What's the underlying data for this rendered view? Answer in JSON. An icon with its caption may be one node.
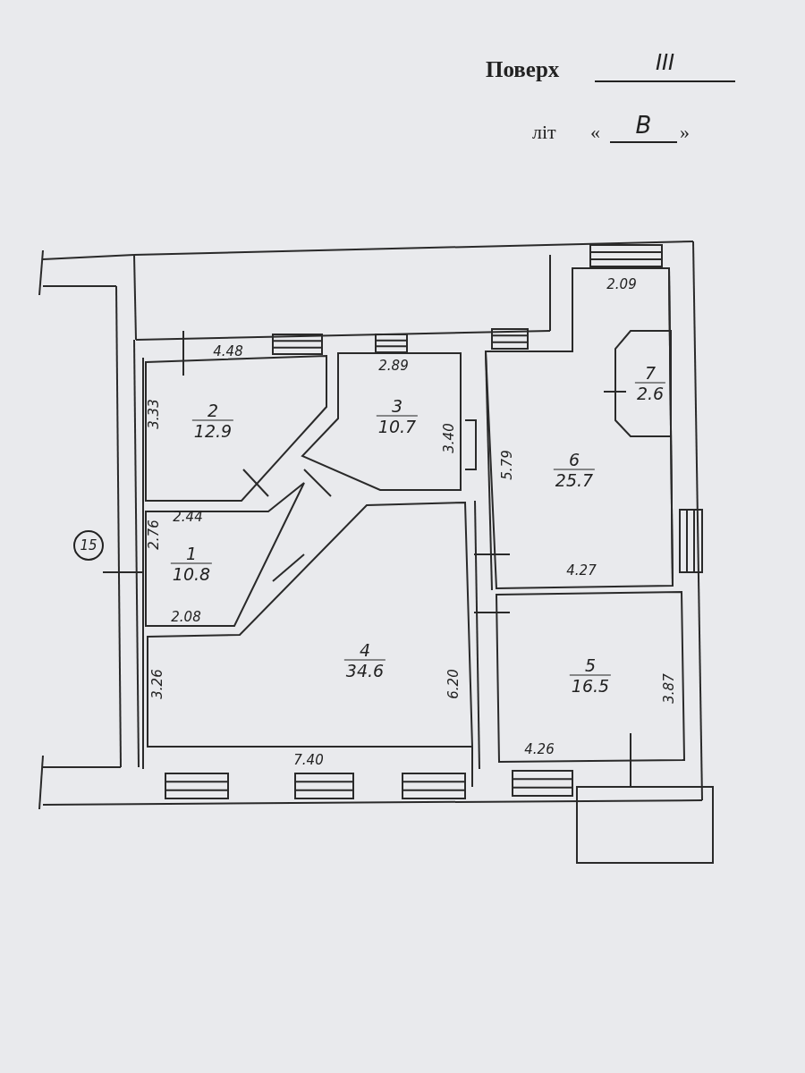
{
  "diagram": {
    "nodes": [
      {
        "text": [
          "2",
          "12.9"
        ]
      },
      {
        "text": [
          "3",
          "10.7"
        ]
      },
      {
        "text": [
          "6",
          "25.7"
        ]
      },
      {
        "text": [
          "7",
          "2.6"
        ],
        "in": 2
      },
      {
        "text": [
          "15"
        ]
      },
      {
        "text": [
          "1",
          "10.8"
        ]
      },
      {
        "text": [
          "4",
          "34.6"
        ]
      },
      {
        "text": [
          "5",
          "16.5"
        ]
      }
    ],
    "edges": [],
    "labels": [
      "Поверх",
      "III",
      "літ",
      "«",
      "В",
      "»",
      "2.09",
      "4.48",
      "2.89",
      "3.33",
      "3.40",
      "5.79",
      "2.44",
      "2.76",
      "4.27",
      "2.08",
      "3.26",
      "6.20",
      "3.87",
      "4.26",
      "7.40"
    ]
  }
}
